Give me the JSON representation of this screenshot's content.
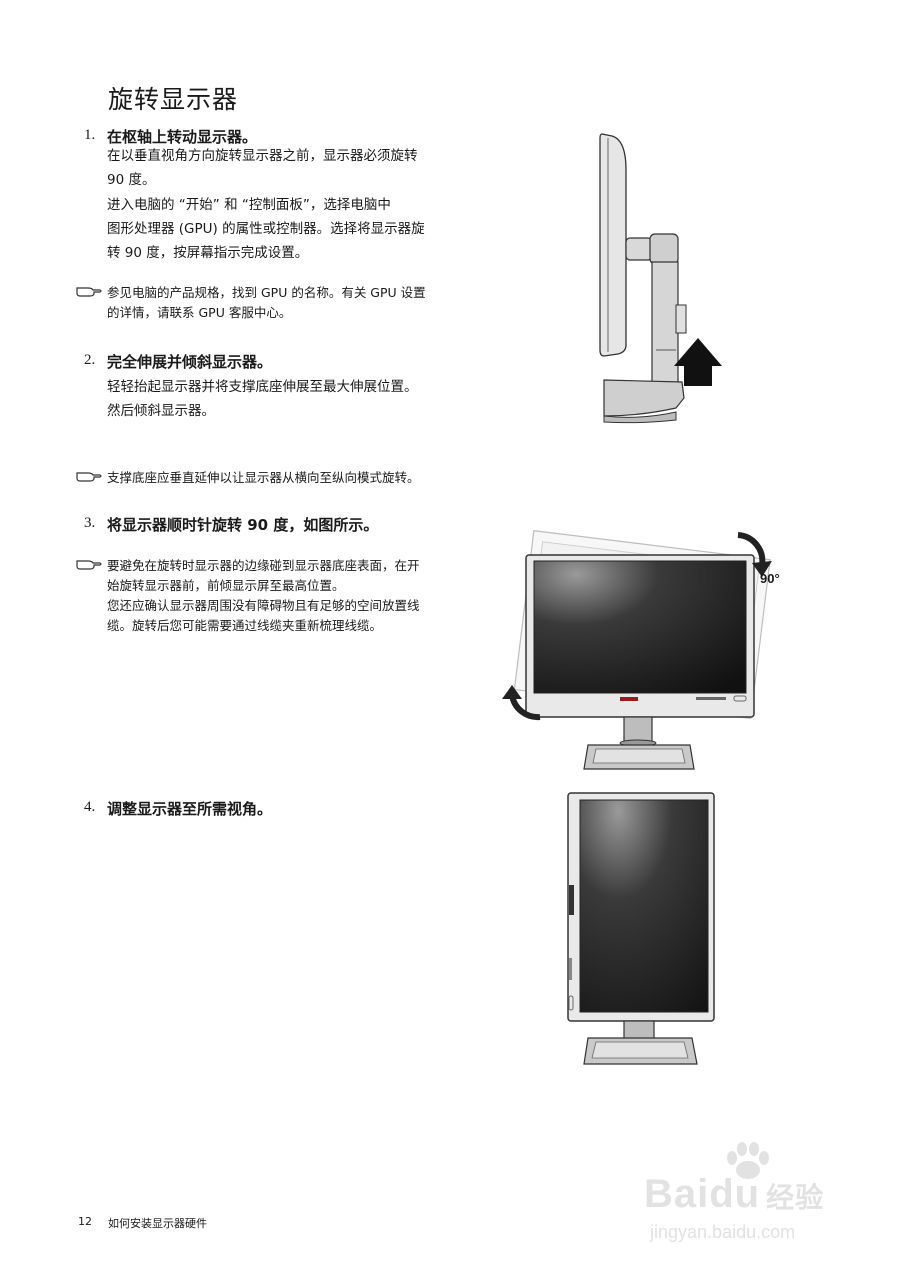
{
  "title": "旋转显示器",
  "steps": [
    {
      "num": "1.",
      "heading": "在枢轴上转动显示器。",
      "para1_line1": "在以垂直视角方向旋转显示器之前，显示器必须旋转",
      "para1_line2": "90 度。",
      "para2_line1": "进入电脑的 “开始” 和 “控制面板”，选择电脑中",
      "para2_line2": "图形处理器 (GPU) 的属性或控制器。选择将显示器旋",
      "para2_line3": "转 90 度，按屏幕指示完成设置。"
    },
    {
      "num": "2.",
      "heading": "完全伸展并倾斜显示器。",
      "para1_line1": "轻轻抬起显示器并将支撑底座伸展至最大伸展位置。",
      "para1_line2": "然后倾斜显示器。"
    },
    {
      "num": "3.",
      "heading": "将显示器顺时针旋转 90 度，如图所示。"
    },
    {
      "num": "4.",
      "heading": "调整显示器至所需视角。"
    }
  ],
  "notes": [
    {
      "line1": "参见电脑的产品规格，找到 GPU 的名称。有关 GPU 设置",
      "line2": "的详情，请联系 GPU 客服中心。"
    },
    {
      "line1": "支撑底座应垂直延伸以让显示器从横向至纵向模式旋转。"
    },
    {
      "line1": "要避免在旋转时显示器的边缘碰到显示器底座表面，在开",
      "line2": "始旋转显示器前，前倾显示屏至最高位置。",
      "line3": "您还应确认显示器周围没有障碍物且有足够的空间放置线",
      "line4": "缆。旋转后您可能需要通过线缆夹重新梳理线缆。"
    }
  ],
  "figure_label": "90°",
  "footer": {
    "page_number": "12",
    "section": "如何安装显示器硬件"
  },
  "watermark": {
    "brand_left": "Bai",
    "brand_mid": "du",
    "brand_right": "经验",
    "url": "jingyan.baidu.com"
  }
}
